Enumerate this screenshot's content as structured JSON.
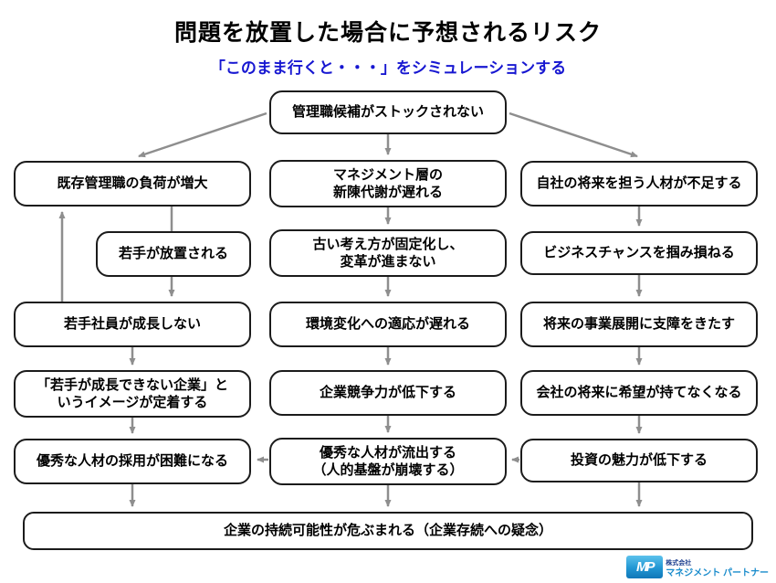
{
  "header": {
    "title": "問題を放置した場合に予想されるリスク",
    "subtitle": "「このまま行くと・・・」をシミュレーションする"
  },
  "colors": {
    "subtitle_blue": "#1717d1",
    "box_border": "#1b1b1b",
    "arrow_gray": "#8e8e8e",
    "logo_blue": "#2196d3"
  },
  "nodes": {
    "top": "管理職候補がストックされない",
    "left1": "既存管理職の負荷が増大",
    "left2": "若手が放置される",
    "left3": "若手社員が成長しない",
    "left4": "「若手が成長できない企業」と\nいうイメージが定着する",
    "left5": "優秀な人材の採用が困難になる",
    "mid1": "マネジメント層の\n新陳代謝が遅れる",
    "mid2": "古い考え方が固定化し、\n変革が進まない",
    "mid3": "環境変化への適応が遅れる",
    "mid4": "企業競争力が低下する",
    "mid5": "優秀な人材が流出する\n（人的基盤が崩壊する）",
    "right1": "自社の将来を担う人材が不足する",
    "right2": "ビジネスチャンスを掴み損ねる",
    "right3": "将来の事業展開に支障をきたす",
    "right4": "会社の将来に希望が持てなくなる",
    "right5": "投資の魅力が低下する",
    "bottom": "企業の持続可能性が危ぶまれる（企業存続への疑念）"
  },
  "footer": {
    "logo_mark": "MP",
    "company_prefix": "株式会社",
    "company_name": "マネジメント パートナー"
  }
}
